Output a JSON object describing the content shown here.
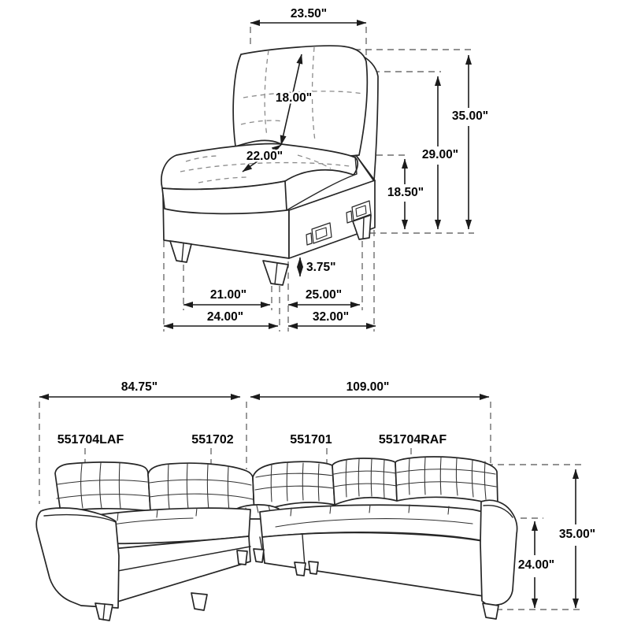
{
  "colors": {
    "background": "#ffffff",
    "line": "#262626",
    "dimension": "#1b1b1b",
    "dashed_guide": "#6f6f6f",
    "text": "#050505"
  },
  "chair": {
    "top_width": "23.50\"",
    "back_diagonal": "18.00\"",
    "seat_diagonal": "22.00\"",
    "overall_height": "35.00\"",
    "back_height": "29.00\"",
    "seat_height": "18.50\"",
    "leg_height": "3.75\"",
    "front_leg_spacing": "21.00\"",
    "side_leg_spacing": "25.00\"",
    "overall_width": "24.00\"",
    "overall_depth": "32.00\""
  },
  "sectional": {
    "left_length": "84.75\"",
    "right_length": "109.00\"",
    "overall_height": "35.00\"",
    "arm_height": "24.00\"",
    "parts": [
      {
        "sku": "551704LAF"
      },
      {
        "sku": "551702"
      },
      {
        "sku": "551701"
      },
      {
        "sku": "551704RAF"
      }
    ]
  }
}
